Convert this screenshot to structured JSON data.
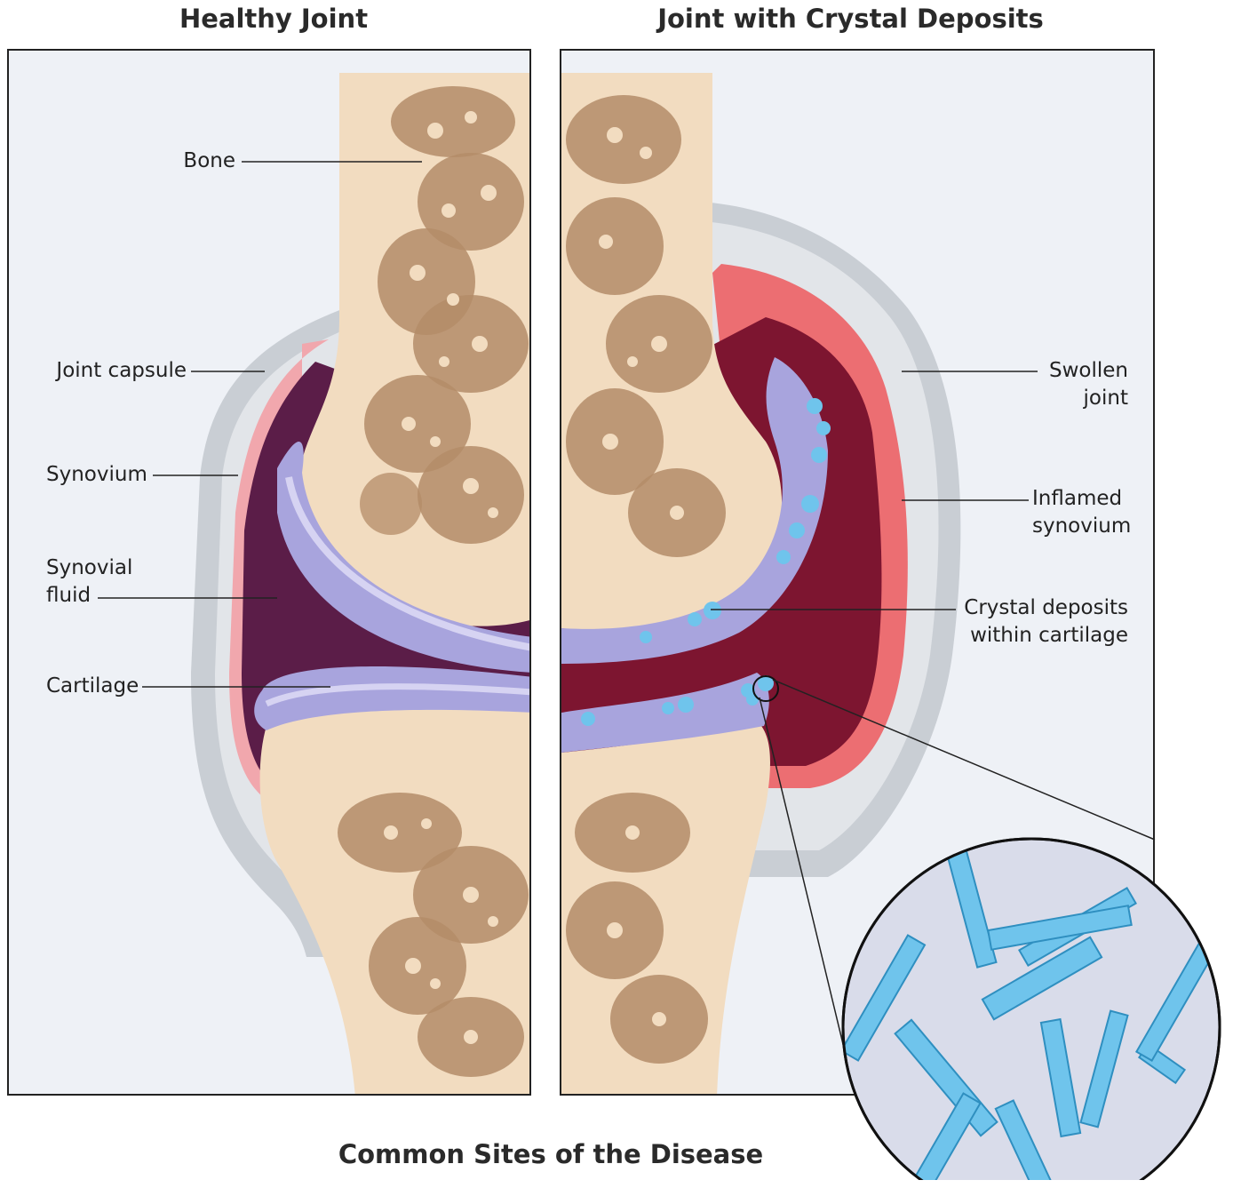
{
  "headings": {
    "left": "Healthy Joint",
    "right": "Joint with Crystal Deposits",
    "bottom": "Common Sites of the Disease"
  },
  "labels": {
    "bone": "Bone",
    "joint_capsule": "Joint capsule",
    "synovium": "Synovium",
    "synovial_fluid": "Synovial\nfluid",
    "cartilage": "Cartilage",
    "swollen_joint": "Swollen\njoint",
    "inflamed_synovium": "Inflamed\nsynovium",
    "crystal_deposits": "Crystal deposits\nwithin cartilage"
  },
  "colors": {
    "bone": "#f2dcc0",
    "spongy_bone": "#b48c68",
    "capsule": "#c9ced4",
    "synovium": "#f1a7ad",
    "inflamed_synovium": "#ec6e72",
    "synovial_fluid": "#5b1d48",
    "inflamed_fluid": "#7d1530",
    "cartilage": "#a8a4dd",
    "crystals": "#6fc4ec",
    "panel_background": "#eef1f6"
  }
}
